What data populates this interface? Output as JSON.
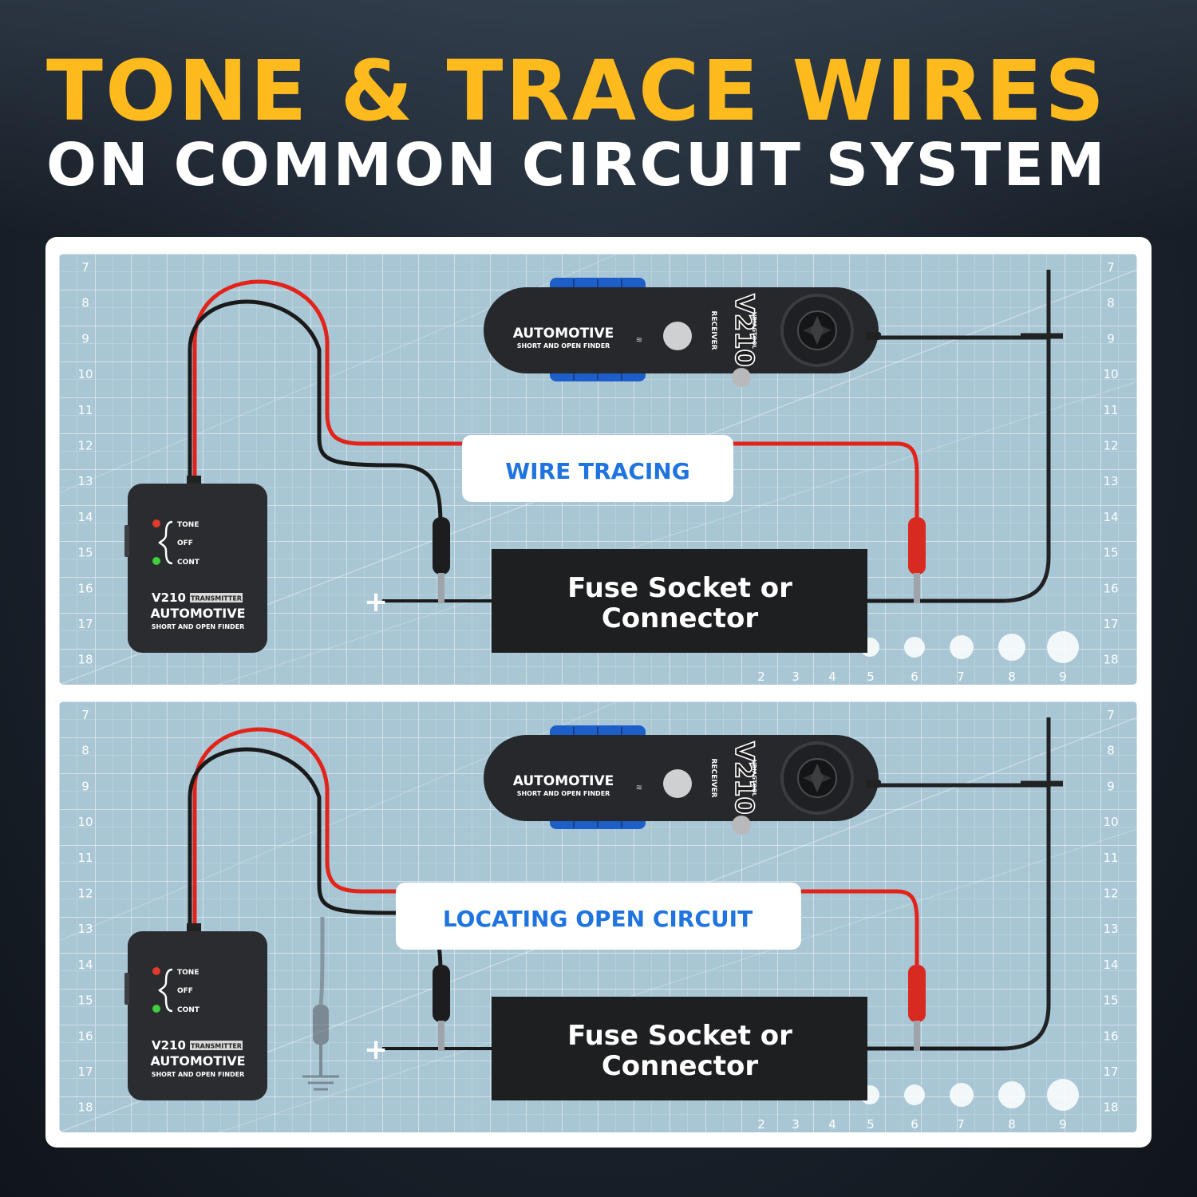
{
  "headline": {
    "line1": "TONE & TRACE WIRES",
    "line2": "ON COMMON CIRCUIT SYSTEM"
  },
  "colors": {
    "headline_accent": "#ffbb1d",
    "mat": "#a9c6d5",
    "label_text": "#1f74e0",
    "red_wire": "#e2231a",
    "device_body": "#2a2c30",
    "receiver_accent": "#1d5ec8"
  },
  "mat_rulers": {
    "left_numbers": [
      "7",
      "8",
      "9",
      "10",
      "11",
      "12",
      "13",
      "14",
      "15",
      "16",
      "17",
      "18"
    ],
    "right_numbers": [
      "7",
      "8",
      "9",
      "10",
      "11",
      "12",
      "13",
      "14",
      "15",
      "16",
      "17",
      "18"
    ],
    "bottom_numbers": [
      "2",
      "3",
      "4",
      "5",
      "6",
      "7",
      "8",
      "9"
    ]
  },
  "transmitter": {
    "indicators": [
      "TONE",
      "OFF",
      "CONT"
    ],
    "model": "V210",
    "badge": "TRANSMITTER",
    "title": "AUTOMOTIVE",
    "subtitle": "SHORT AND OPEN FINDER"
  },
  "receiver": {
    "title": "AUTOMOTIVE",
    "subtitle": "SHORT AND OPEN FINDER",
    "model": "V210",
    "badge": "RECEIVER",
    "brand": "VDIAGTOOL"
  },
  "plus_sign": "+",
  "panels": [
    {
      "label": "WIRE TRACING",
      "fuse_line1": "Fuse Socket or",
      "fuse_line2": "Connector",
      "ground_probe": false
    },
    {
      "label": "LOCATING OPEN CIRCUIT",
      "fuse_line1": "Fuse Socket or",
      "fuse_line2": "Connector",
      "ground_probe": true
    }
  ]
}
